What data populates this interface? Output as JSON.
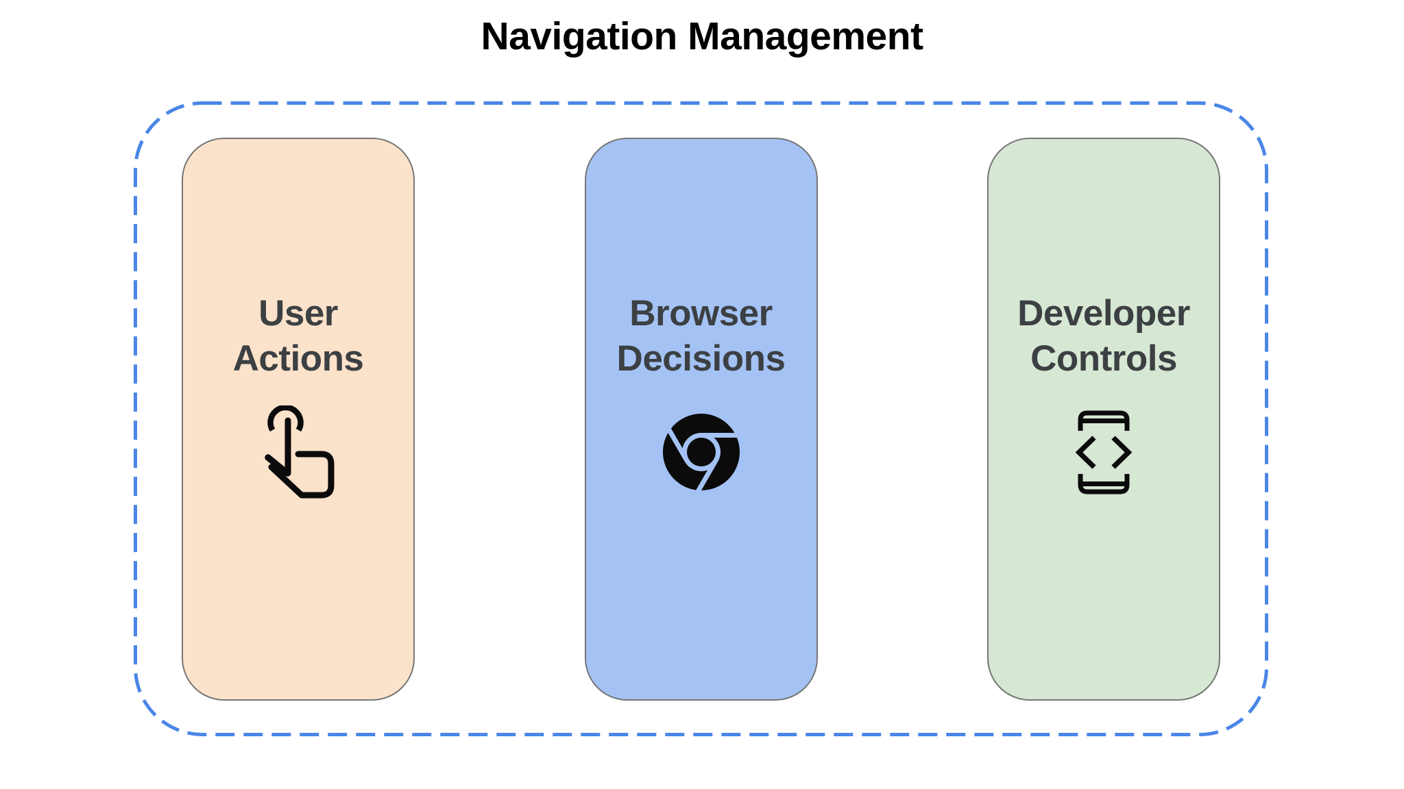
{
  "title": "Navigation Management",
  "boundary": {
    "style": "dashed",
    "stroke_color": "#4A86E8"
  },
  "cards": [
    {
      "id": "user-actions",
      "label_lines": [
        "User",
        "Actions"
      ],
      "icon": "tap-gesture-icon",
      "bg_color": "#FBE2CA"
    },
    {
      "id": "browser-decisions",
      "label_lines": [
        "Browser",
        "Decisions"
      ],
      "icon": "chrome-browser-icon",
      "bg_color": "#A4C2F4"
    },
    {
      "id": "developer-controls",
      "label_lines": [
        "Developer",
        "Controls"
      ],
      "icon": "developer-mode-icon",
      "bg_color": "#D6E7D3"
    }
  ],
  "colors": {
    "background": "#FFFFFF",
    "title_text": "#000000",
    "card_text": "#3C4043",
    "card_border": "#767676",
    "icon": "#0B0B0B",
    "boundary_stroke": "#4A86E8"
  }
}
